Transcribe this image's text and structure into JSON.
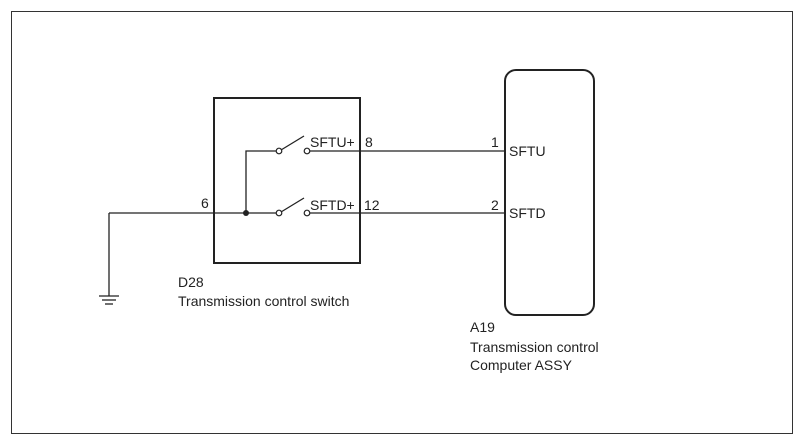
{
  "switch_component": {
    "code": "D28",
    "name": "Transmission control switch",
    "pins": {
      "sftu_label": "SFTU+",
      "sftu_pin": "8",
      "sftd_label": "SFTD+",
      "sftd_pin": "12",
      "ground_pin": "6"
    }
  },
  "ecu_component": {
    "code": "A19",
    "name_line1": "Transmission control",
    "name_line2": "Computer ASSY",
    "pins": {
      "sftu_pin": "1",
      "sftu_label": "SFTU",
      "sftd_pin": "2",
      "sftd_label": "SFTD"
    }
  },
  "colors": {
    "line": "#222222",
    "background": "#ffffff"
  }
}
